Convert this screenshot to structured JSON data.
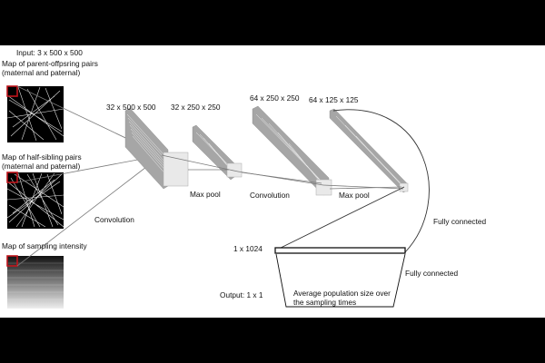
{
  "input_title": "Input: 3 x 500 x 500",
  "maps": [
    {
      "label": "Map of parent-offpsring pairs (maternal and paternal)"
    },
    {
      "label": "Map of half-sibling pairs (maternal and paternal)"
    },
    {
      "label": "Map of sampling intensity"
    }
  ],
  "layers": [
    {
      "dims": "32 x 500 x 500",
      "op": "Convolution"
    },
    {
      "dims": "32 x 250 x 250",
      "op": "Max pool"
    },
    {
      "dims": "64 x 250 x 250",
      "op": "Convolution"
    },
    {
      "dims": "64 x 125 x 125",
      "op": "Max pool"
    }
  ],
  "fc_label_1": "Fully connected",
  "fc_label_2": "Fully connected",
  "vector_dims": "1 x 1024",
  "output_label": "Output: 1 x 1",
  "output_description": "Average population size over the sampling times",
  "colors": {
    "highlight": "#c0141b",
    "slab_face": "#d9d9d9",
    "slab_edge": "#8c8c8c",
    "background": "#000000"
  }
}
